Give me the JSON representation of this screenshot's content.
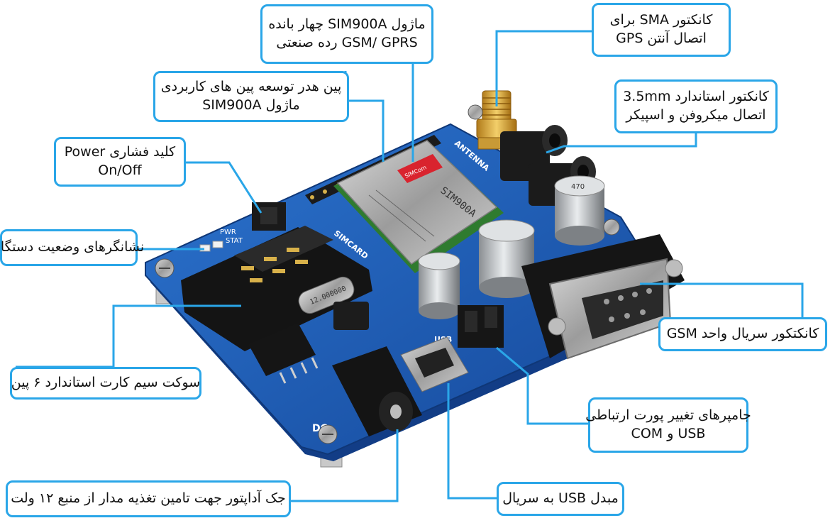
{
  "image": {
    "alt_subject": "SIM900A GSM/GPRS module board"
  },
  "colors": {
    "callout_border": "#2aa6e8",
    "leader_line": "#2aa6e8",
    "pcb": "#1f5fb6"
  },
  "board_markings": {
    "module_name": "SIM900A",
    "vendor": "SIMCom",
    "antenna": "ANTENNA",
    "simcard": "SIMCARD",
    "pwr": "PWR",
    "stat": "STAT",
    "usb": "USB",
    "dc": "DC",
    "crystal": "12.000000",
    "cap_value": "470"
  },
  "callouts": {
    "sim900a_module": {
      "lines": [
        "ماژول SIM900A چهار بانده",
        "GSM/ GPRS رده صنعتی"
      ]
    },
    "sma_connector": {
      "lines": [
        "کانکتور SMA برای",
        "اتصال آنتن GPS"
      ]
    },
    "pin_header": {
      "lines": [
        "پین هدر توسعه پین های کاربردی",
        "ماژول SIM900A"
      ]
    },
    "audio_jack": {
      "lines": [
        "کانکتور استاندارد 3.5mm",
        "اتصال میکروفن و اسپیکر"
      ]
    },
    "power_key": {
      "lines": [
        "کلید فشاری Power",
        "On/Off"
      ]
    },
    "status_leds": {
      "lines": [
        "نشانگرهای وضعیت دستگاه"
      ]
    },
    "serial_connector": {
      "lines": [
        "کانکتکور سریال واحد GSM"
      ]
    },
    "sim_socket": {
      "lines": [
        "سوکت سیم کارت استاندارد ۶ پین"
      ]
    },
    "port_jumpers": {
      "lines": [
        "جامپرهای تغییر پورت ارتباطی",
        "USB و COM"
      ]
    },
    "dc_jack": {
      "lines": [
        "جک آداپتور جهت تامین تغذیه مدار از منبع ۱۲ ولت"
      ]
    },
    "usb_converter": {
      "lines": [
        "مبدل USB به سریال"
      ]
    }
  }
}
